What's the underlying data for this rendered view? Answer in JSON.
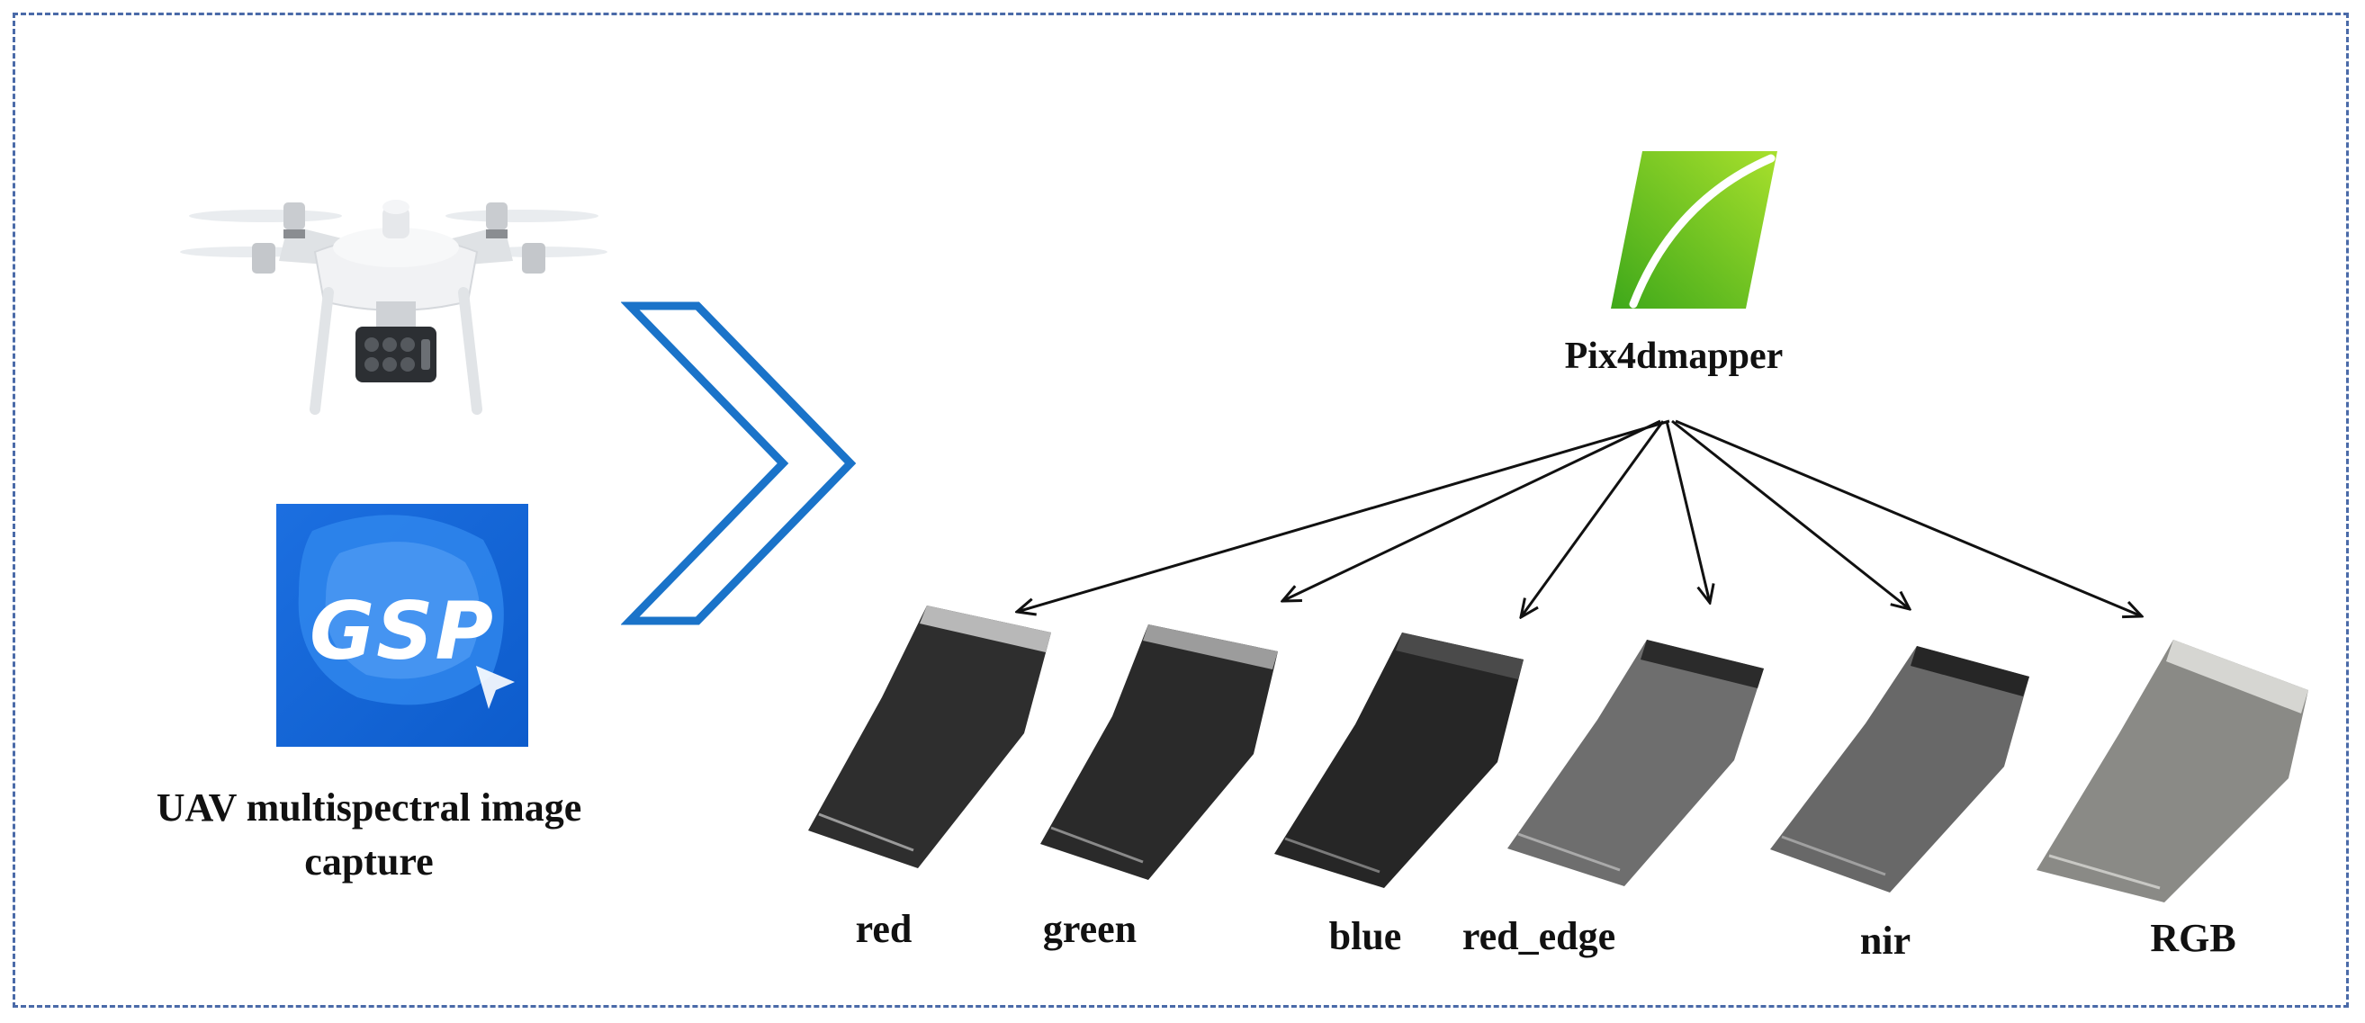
{
  "caption": {
    "line1": "UAV multispectral image",
    "line2": "capture"
  },
  "drone": {
    "icon": "drone-icon"
  },
  "gsp_app": {
    "icon": "gsp-app-icon",
    "text": "GSP",
    "color": "#1565d8"
  },
  "flow_arrow": {
    "icon": "chevron-right-icon",
    "color": "#1a73c9"
  },
  "pix4d": {
    "icon": "pix4dmapper-logo-icon",
    "title": "Pix4dmapper",
    "color": "#6cc51a"
  },
  "bands": [
    {
      "label": "red",
      "shade": "#2e2e2e"
    },
    {
      "label": "green",
      "shade": "#2a2a2a"
    },
    {
      "label": "blue",
      "shade": "#262626"
    },
    {
      "label": "red_edge",
      "shade": "#6e6e6e"
    },
    {
      "label": "nir",
      "shade": "#686868"
    },
    {
      "label": "RGB",
      "shade": "#8a8a86"
    }
  ],
  "colors": {
    "frame_border": "#4a6aa8",
    "arrows": "#111111"
  }
}
